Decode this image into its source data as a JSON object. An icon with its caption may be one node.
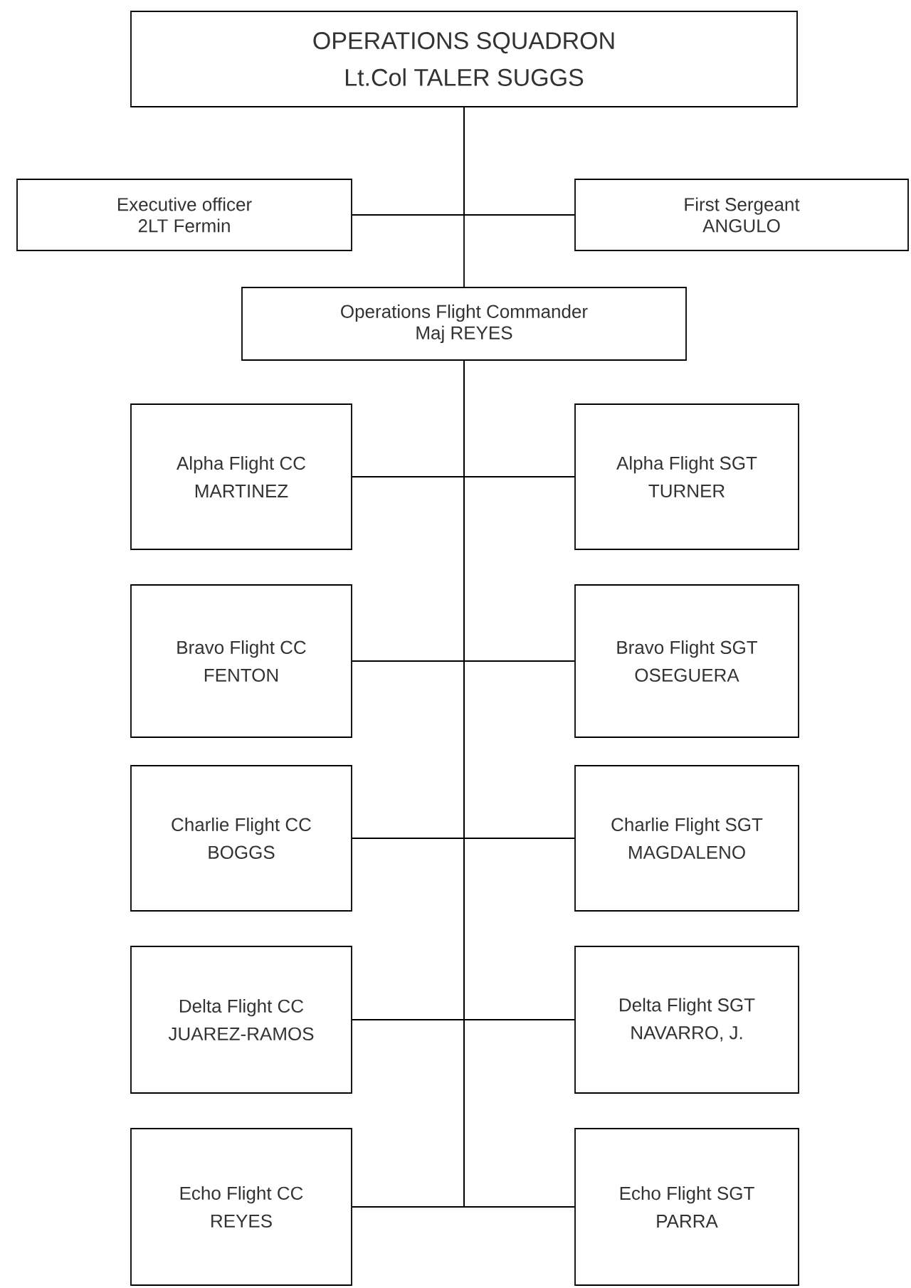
{
  "diagram": {
    "nodes": [
      {
        "text": [
          "OPERATIONS SQUADRON",
          "Lt.Col TALER SUGGS"
        ]
      },
      {
        "text": [
          "Executive officer",
          "2LT Fermin"
        ]
      },
      {
        "text": [
          "First Sergeant",
          "ANGULO"
        ]
      },
      {
        "text": [
          "Operations Flight Commander",
          "Maj  REYES"
        ]
      },
      {
        "text": [
          "Alpha Flight CC",
          "MARTINEZ"
        ]
      },
      {
        "text": [
          "Alpha Flight SGT",
          "TURNER"
        ]
      },
      {
        "text": [
          "Bravo Flight CC",
          "FENTON"
        ]
      },
      {
        "text": [
          "Bravo Flight SGT",
          "OSEGUERA"
        ]
      },
      {
        "text": [
          "Charlie Flight CC",
          "BOGGS"
        ]
      },
      {
        "text": [
          "Charlie Flight SGT",
          "MAGDALENO"
        ]
      },
      {
        "text": [
          "Delta Flight CC",
          "JUAREZ-RAMOS"
        ]
      },
      {
        "text": [
          "Delta Flight SGT",
          "NAVARRO, J."
        ]
      },
      {
        "text": [
          "Echo Flight CC",
          "REYES"
        ]
      },
      {
        "text": [
          "Echo Flight SGT",
          "PARRA"
        ]
      }
    ],
    "edges": [
      {
        "from": 0,
        "to": 1,
        "arrow": "none"
      },
      {
        "from": 0,
        "to": 2,
        "arrow": "none"
      },
      {
        "from": 0,
        "to": 3,
        "arrow": "none"
      },
      {
        "from": 3,
        "to": 4,
        "arrow": "none"
      },
      {
        "from": 3,
        "to": 5,
        "arrow": "none"
      },
      {
        "from": 3,
        "to": 6,
        "arrow": "none"
      },
      {
        "from": 3,
        "to": 7,
        "arrow": "none"
      },
      {
        "from": 3,
        "to": 8,
        "arrow": "none"
      },
      {
        "from": 3,
        "to": 9,
        "arrow": "none"
      },
      {
        "from": 3,
        "to": 10,
        "arrow": "none"
      },
      {
        "from": 3,
        "to": 11,
        "arrow": "none"
      },
      {
        "from": 3,
        "to": 12,
        "arrow": "none"
      },
      {
        "from": 3,
        "to": 13,
        "arrow": "none"
      }
    ]
  }
}
